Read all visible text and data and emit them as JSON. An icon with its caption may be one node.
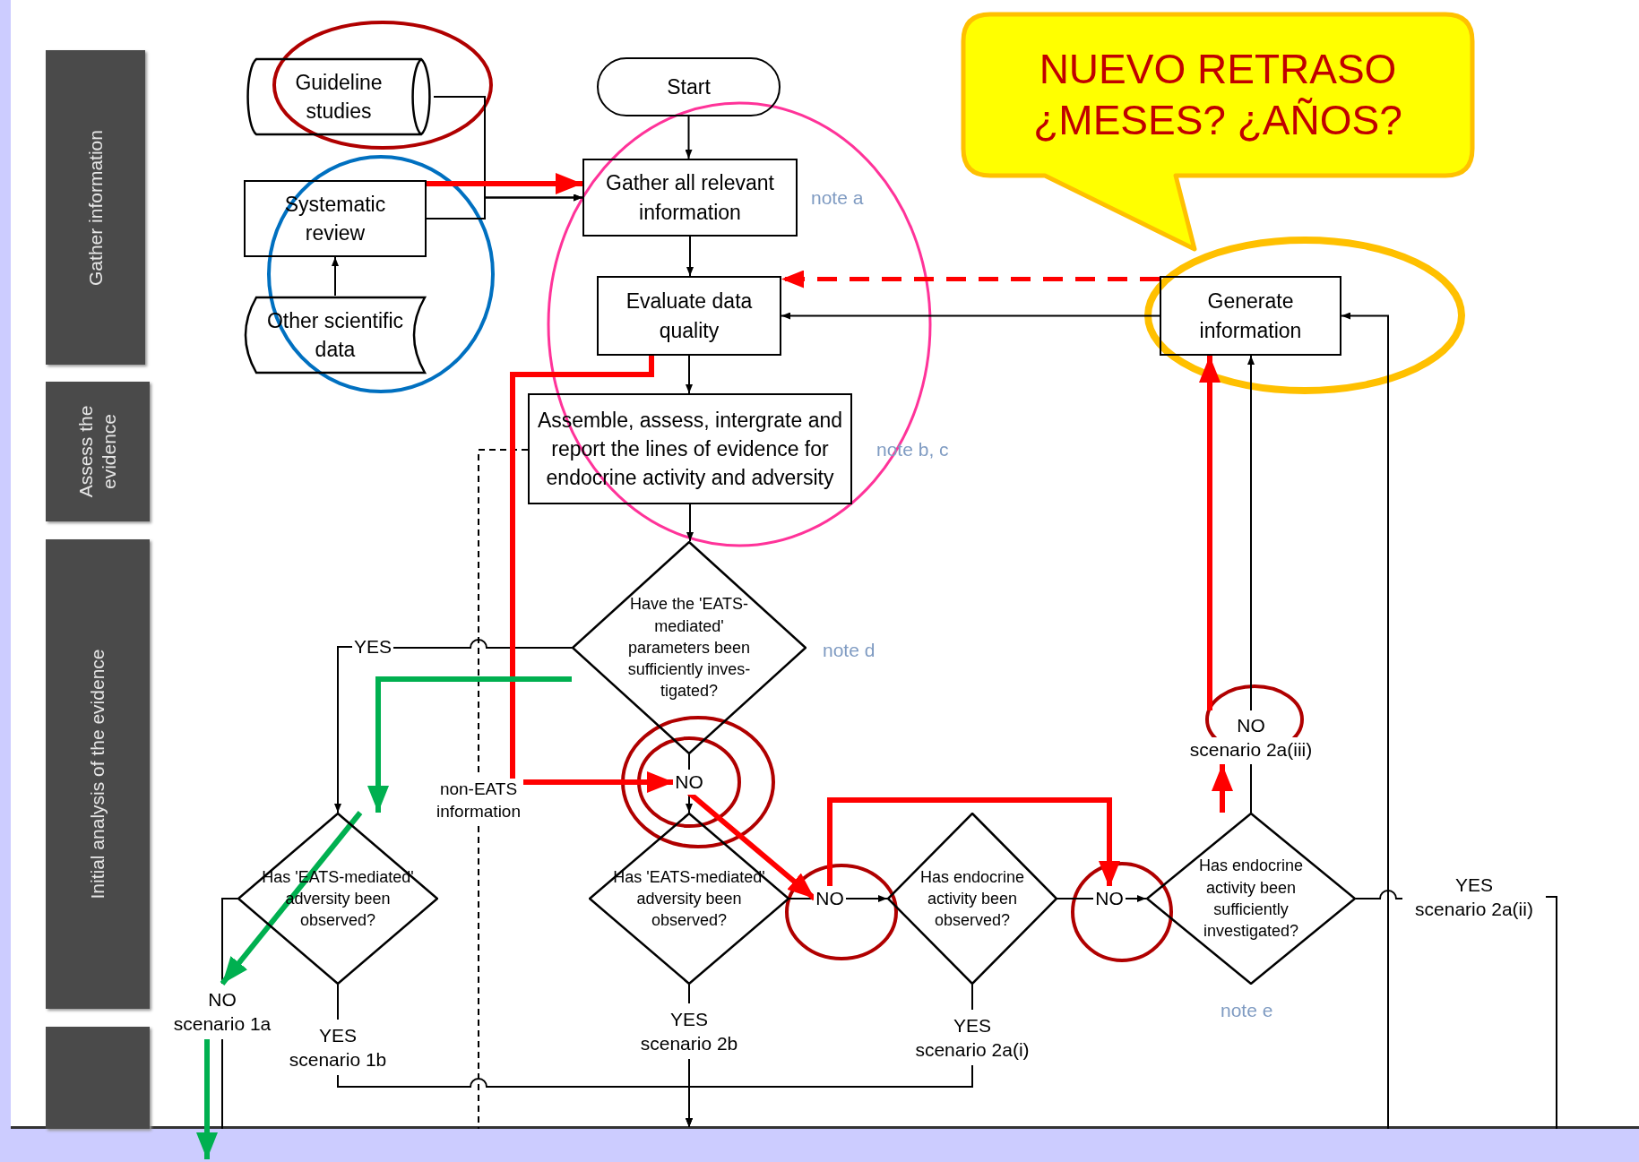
{
  "diagram": {
    "nodes": [
      {
        "text": [
          "Guideline studies"
        ]
      },
      {
        "text": [
          "Systematic review"
        ]
      },
      {
        "text": [
          "Other scientific data"
        ]
      },
      {
        "text": [
          "Start"
        ]
      },
      {
        "text": [
          "Gather all relevant information"
        ],
        "beside": [
          "note a"
        ]
      },
      {
        "text": [
          "Evaluate data quality"
        ]
      },
      {
        "text": [
          "Generate information"
        ]
      },
      {
        "text": [
          "Assemble, assess, intergrate and report the lines of evidence for endocrine activity and adversity"
        ],
        "beside": [
          "note b, c"
        ]
      },
      {
        "text": [
          "Have the 'EATS-mediated' parameters been sufficiently inves- tigated?"
        ],
        "beside": [
          "note d"
        ]
      },
      {
        "text": [
          "Has 'EATS-mediated' adversity been observed?"
        ]
      },
      {
        "text": [
          "Has 'EATS-mediated' adversity been observed?"
        ]
      },
      {
        "text": [
          "Has endocrine activity been observed?"
        ]
      },
      {
        "text": [
          "Has endocrine activity been sufficiently investigated?"
        ],
        "beside": [
          "note e"
        ]
      },
      {
        "text": [
          "NUEVO RETRASO ¿MESES? ¿AÑOS?"
        ]
      },
      {
        "text": [
          "YES"
        ]
      },
      {
        "text": [
          "NO"
        ]
      },
      {
        "text": [
          "NO"
        ]
      },
      {
        "text": [
          "NO"
        ]
      },
      {
        "text": [
          "NO",
          "scenario 2a(iii)"
        ]
      },
      {
        "text": [
          "YES",
          "scenario 2a(ii)"
        ]
      },
      {
        "text": [
          "NO",
          "scenario 1a"
        ]
      },
      {
        "text": [
          "YES",
          "scenario 1b"
        ]
      },
      {
        "text": [
          "YES",
          "scenario 2b"
        ]
      },
      {
        "text": [
          "YES",
          "scenario 2a(i)"
        ]
      },
      {
        "text": [
          "non-EATS information"
        ]
      },
      {
        "text": [
          "Gather information"
        ]
      },
      {
        "text": [
          "Assess the evidence"
        ]
      },
      {
        "text": [
          "Initial analysis of the evidence"
        ]
      },
      {
        "text": [],
        "shape": "box"
      }
    ],
    "edges": [
      {
        "from": 0,
        "to": 4,
        "arrow": "to"
      },
      {
        "from": 1,
        "to": 4,
        "arrow": "to"
      },
      {
        "from": 2,
        "to": 1,
        "arrow": "to"
      },
      {
        "from": 3,
        "to": 4,
        "arrow": "to"
      },
      {
        "from": 4,
        "to": 5,
        "arrow": "to"
      },
      {
        "from": 5,
        "to": 7,
        "arrow": "to"
      },
      {
        "from": 7,
        "to": 8,
        "arrow": "to"
      },
      {
        "from": 6,
        "to": 5,
        "arrow": "to"
      },
      {
        "from": 8,
        "to": 14,
        "arrow": "none"
      },
      {
        "from": 14,
        "to": 9,
        "arrow": "to"
      },
      {
        "from": 8,
        "to": 15,
        "arrow": "none"
      },
      {
        "from": 15,
        "to": 10,
        "arrow": "to"
      },
      {
        "from": 10,
        "to": 16,
        "arrow": "none"
      },
      {
        "from": 16,
        "to": 11,
        "arrow": "to"
      },
      {
        "from": 11,
        "to": 17,
        "arrow": "none"
      },
      {
        "from": 17,
        "to": 12,
        "arrow": "to"
      },
      {
        "from": 12,
        "to": 18,
        "arrow": "none"
      },
      {
        "from": 18,
        "to": 6,
        "arrow": "to"
      },
      {
        "from": 12,
        "to": 19,
        "arrow": "none"
      },
      {
        "from": 19,
        "to": null,
        "arrow": "none"
      },
      {
        "from": null,
        "to": 6,
        "arrow": "to"
      },
      {
        "from": 9,
        "to": 20,
        "arrow": "none"
      },
      {
        "from": 20,
        "to": null,
        "arrow": "none"
      },
      {
        "from": 9,
        "to": 21,
        "arrow": "none"
      },
      {
        "from": 21,
        "to": null,
        "arrow": "to"
      },
      {
        "from": 10,
        "to": 22,
        "arrow": "none"
      },
      {
        "from": 22,
        "to": null,
        "arrow": "to"
      },
      {
        "from": 11,
        "to": 23,
        "arrow": "none"
      },
      {
        "from": 23,
        "to": null,
        "arrow": "to"
      },
      {
        "from": 7,
        "to": 24,
        "arrow": "none",
        "style": "dashed"
      },
      {
        "from": 24,
        "to": null,
        "arrow": "none",
        "style": "dashed"
      },
      {
        "from": 1,
        "to": 4,
        "arrow": "to",
        "style": "thick",
        "color": "#ff0000"
      },
      {
        "from": 5,
        "to": 15,
        "arrow": "to",
        "style": "thick",
        "color": "#ff0000"
      },
      {
        "from": 15,
        "to": 16,
        "arrow": "to",
        "style": "thick",
        "color": "#ff0000"
      },
      {
        "from": 16,
        "to": 17,
        "arrow": "to",
        "style": "thick",
        "color": "#ff0000"
      },
      {
        "from": 12,
        "to": 18,
        "arrow": "to",
        "style": "thick",
        "color": "#ff0000"
      },
      {
        "from": 18,
        "to": 6,
        "arrow": "to",
        "style": "thick",
        "color": "#ff0000"
      },
      {
        "from": 6,
        "to": 5,
        "arrow": "to",
        "style": "dashed",
        "color": "#ff0000"
      },
      {
        "from": 8,
        "to": 9,
        "arrow": "to",
        "style": "thick",
        "color": "#00b050"
      },
      {
        "from": 9,
        "to": 20,
        "arrow": "to",
        "style": "thick",
        "color": "#00b050"
      },
      {
        "from": 20,
        "to": null,
        "arrow": "to",
        "style": "thick",
        "color": "#00b050"
      }
    ]
  }
}
